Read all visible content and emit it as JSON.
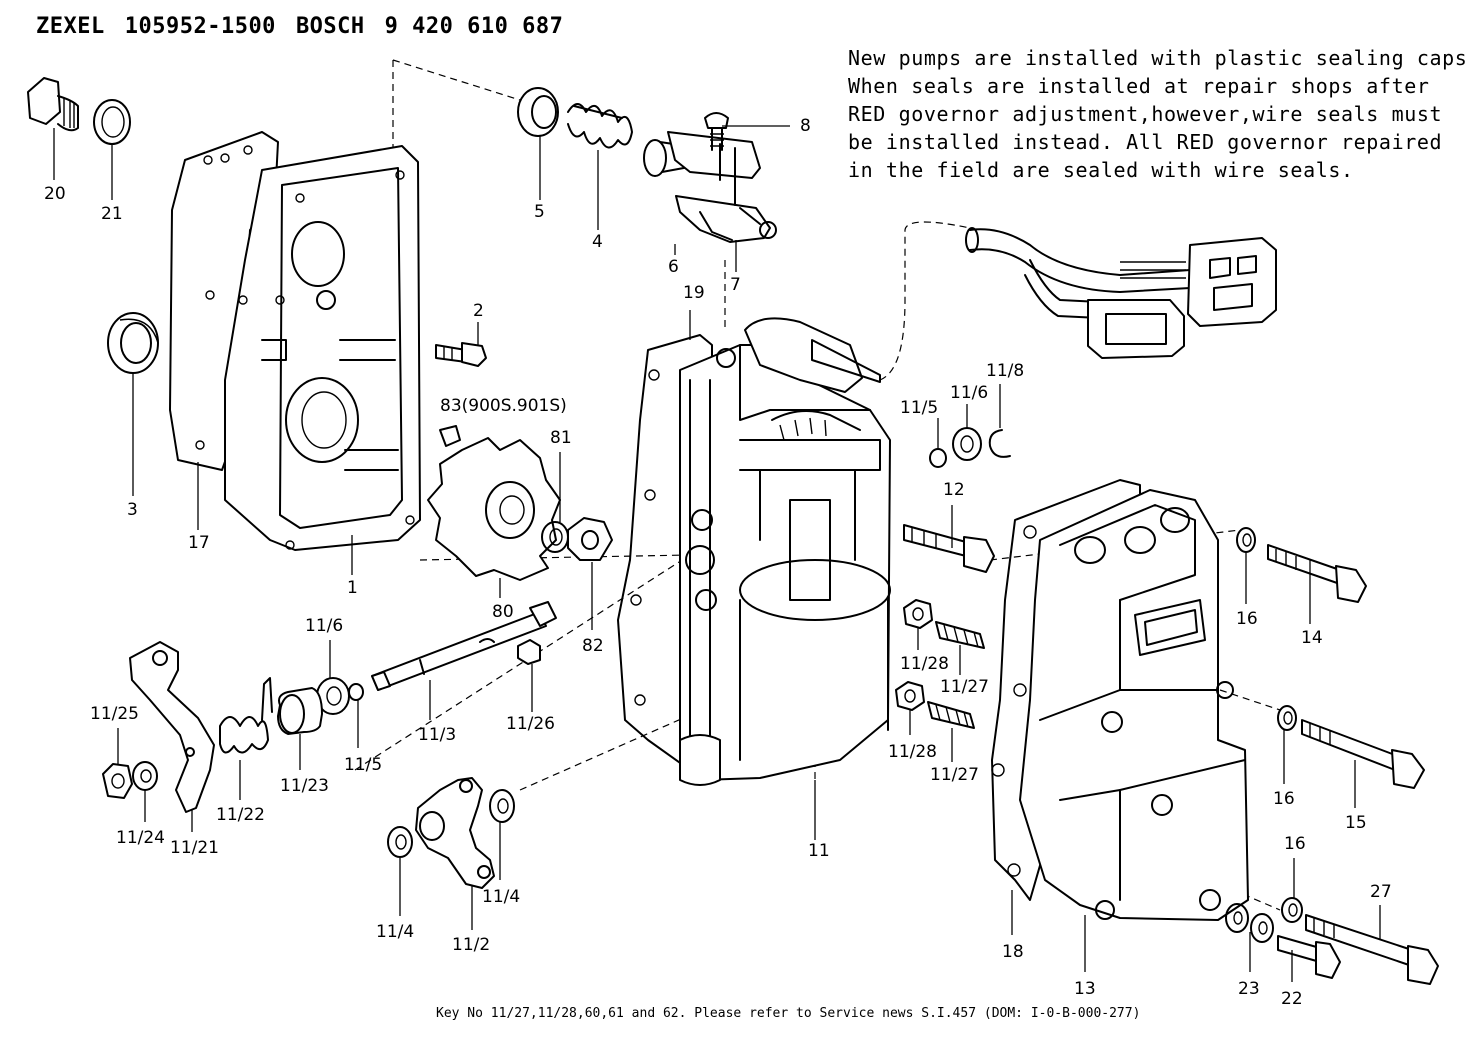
{
  "header": {
    "brand1": "ZEXEL",
    "part1": "105952-1500",
    "brand2": "BOSCH",
    "part2": "9 420 610 687"
  },
  "note": {
    "lines": [
      "New pumps are installed with plastic sealing caps.",
      "When seals are installed at repair shops after",
      "RED governor adjustment,however,wire seals must",
      "be installed instead. All RED governor repaired",
      "in the field are sealed with wire seals."
    ]
  },
  "footer": "Key No 11/27,11/28,60,61 and 62.  Please refer to Service news S.I.457 (DOM: I-0-B-000-277)",
  "labels": {
    "l20": "20",
    "l21": "21",
    "l3": "3",
    "l17": "17",
    "l1": "1",
    "l2": "2",
    "l5": "5",
    "l4": "4",
    "l6": "6",
    "l7": "7",
    "l8": "8",
    "l19": "19",
    "l83": "83(900S.901S)",
    "l81": "81",
    "l80": "80",
    "l82": "82",
    "l11_5a": "11/5",
    "l11_6a": "11/6",
    "l11_8": "11/8",
    "l12": "12",
    "l16a": "16",
    "l14": "14",
    "l16b": "16",
    "l15": "15",
    "l16c": "16",
    "l27": "27",
    "l22": "22",
    "l23": "23",
    "l13": "13",
    "l18": "18",
    "l11": "11",
    "l11_28a": "11/28",
    "l11_27a": "11/27",
    "l11_28b": "11/28",
    "l11_27b": "11/27",
    "l11_6b": "11/6",
    "l11_3": "11/3",
    "l11_26": "11/26",
    "l11_5b": "11/5",
    "l11_23": "11/23",
    "l11_22": "11/22",
    "l11_25": "11/25",
    "l11_24": "11/24",
    "l11_21": "11/21",
    "l11_4a": "11/4",
    "l11_4b": "11/4",
    "l11_2": "11/2"
  }
}
